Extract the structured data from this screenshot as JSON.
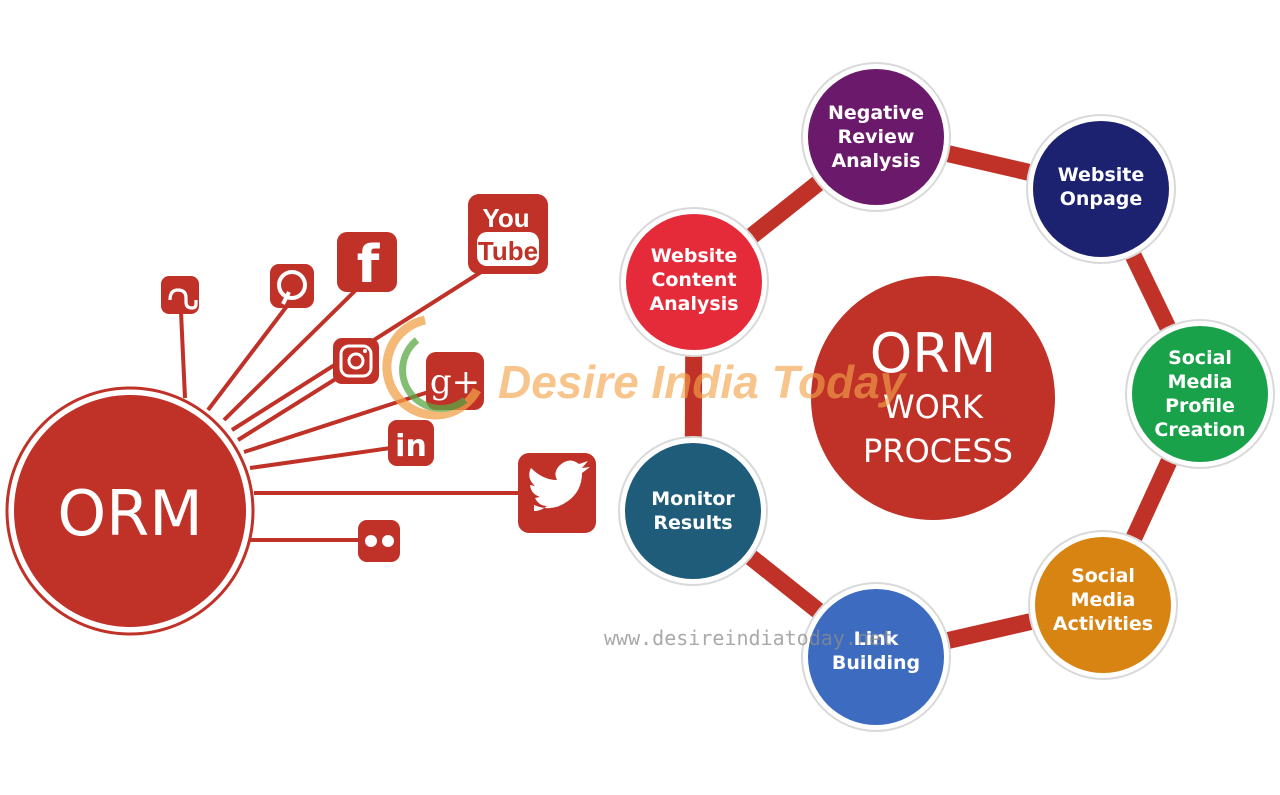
{
  "orm_label": "ORM",
  "social_icons": [
    {
      "name": "stumbleupon",
      "label": "SU"
    },
    {
      "name": "pinterest",
      "label": "P"
    },
    {
      "name": "facebook",
      "label": "f"
    },
    {
      "name": "youtube",
      "label_top": "You",
      "label_bottom": "Tube"
    },
    {
      "name": "instagram",
      "label": ""
    },
    {
      "name": "google-plus",
      "label": "g+"
    },
    {
      "name": "linkedin",
      "label": "in"
    },
    {
      "name": "twitter",
      "label": ""
    },
    {
      "name": "flickr",
      "label": "••"
    }
  ],
  "center": {
    "line1": "ORM",
    "line2": "WORK",
    "line3": "PROCESS"
  },
  "process_nodes": [
    {
      "lines": [
        "Negative",
        "Review",
        "Analysis"
      ],
      "color": "#6b1a6b"
    },
    {
      "lines": [
        "Website",
        "Onpage"
      ],
      "color": "#1c2270"
    },
    {
      "lines": [
        "Social",
        "Media",
        "Profile",
        "Creation"
      ],
      "color": "#1aa24a"
    },
    {
      "lines": [
        "Social",
        "Media",
        "Activities"
      ],
      "color": "#d88412"
    },
    {
      "lines": [
        "Link",
        "Building"
      ],
      "color": "#3d6bbf"
    },
    {
      "lines": [
        "Monitor",
        "Results"
      ],
      "color": "#1f5c7a"
    },
    {
      "lines": [
        "Website",
        "Content",
        "Analysis"
      ],
      "color": "#e52b3a"
    }
  ],
  "watermark": {
    "brand": "Desire India Today",
    "url": "www.desireindiatoday.net"
  },
  "colors": {
    "accent": "#c03127",
    "ring": "#c03127"
  }
}
